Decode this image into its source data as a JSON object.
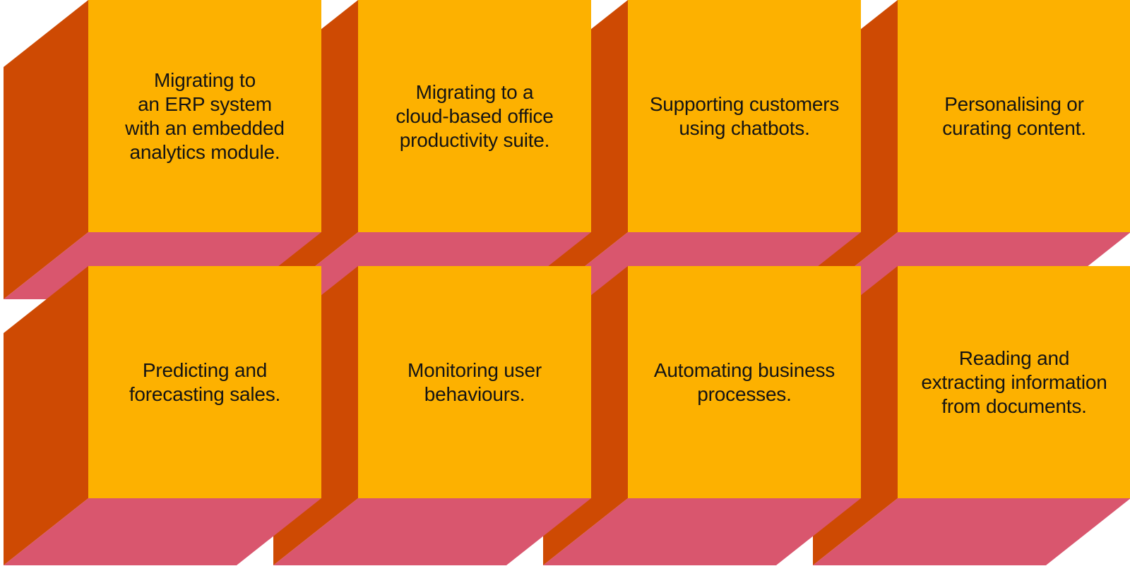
{
  "colors": {
    "front": "#FDB100",
    "side": "#CE4A03",
    "bottom": "#D9566E",
    "text": "#141414",
    "background": "#FFFFFF"
  },
  "cubes": [
    {
      "label": "Migrating to an ERP system with an embedded analytics module.",
      "lines": [
        "Migrating to",
        "an ERP system",
        "with an embedded",
        "analytics module."
      ]
    },
    {
      "label": "Migrating to a cloud-based office productivity suite.",
      "lines": [
        "Migrating to a",
        "cloud-based office",
        "productivity suite."
      ]
    },
    {
      "label": "Supporting customers using chatbots.",
      "lines": [
        "Supporting customers",
        "using chatbots."
      ]
    },
    {
      "label": "Personalising or curating content.",
      "lines": [
        "Personalising or",
        "curating content."
      ]
    },
    {
      "label": "Predicting and forecasting sales.",
      "lines": [
        "Predicting and",
        "forecasting sales."
      ]
    },
    {
      "label": "Monitoring user behaviours.",
      "lines": [
        "Monitoring user",
        "behaviours."
      ]
    },
    {
      "label": "Automating business processes.",
      "lines": [
        "Automating business",
        "processes."
      ]
    },
    {
      "label": "Reading and extracting information from documents.",
      "lines": [
        "Reading and",
        "extracting information",
        "from documents."
      ]
    }
  ]
}
